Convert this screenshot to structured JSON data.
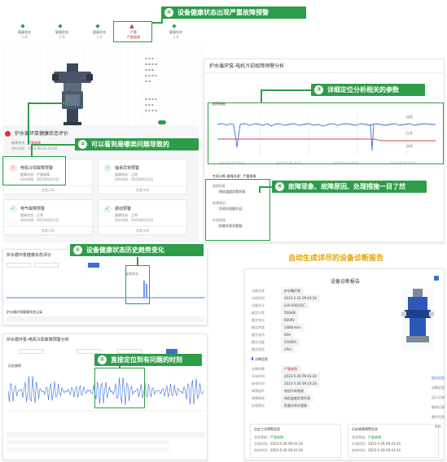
{
  "callouts": [
    {
      "num": "①",
      "text": "设备健康状态出现严重故障预警"
    },
    {
      "num": "②",
      "text": "可以看到是哪类问题导致的"
    },
    {
      "num": "③",
      "text": "详细定位分析相关的参数"
    },
    {
      "num": "④",
      "text": "故障现象、故障原因、处理措施一目了然"
    },
    {
      "num": "①",
      "text": "设备健康状态历史趋势变化"
    },
    {
      "num": "①",
      "text": "直接定位到有问题的时刻"
    }
  ],
  "headline": "自动生成详尽的设备诊断报告",
  "stat_cards": [
    {
      "title": "健康状态",
      "sub": "正常"
    },
    {
      "title": "健康状态",
      "sub": "正常"
    },
    {
      "title": "健康状态",
      "sub": "正常"
    },
    {
      "title": "严重",
      "sub": "严重故障"
    },
    {
      "title": "健康状态",
      "sub": "正常"
    }
  ],
  "eval_panel": {
    "title": "炉水循环泵健康状态评价",
    "status_label": "健康状态：",
    "status_value": "严重故障",
    "time_label": "评价时间：2023-06-03 20:00"
  },
  "warn_cards": [
    {
      "title": "电机冷却故障预警",
      "l1": "健康状态：严重故障",
      "l2": "评价时间：2023年6月3日",
      "footer": "查看详情",
      "severity": "red"
    },
    {
      "title": "轴承异常预警",
      "l1": "健康状态：正常",
      "l2": "评价时间：2023年6月3日",
      "footer": "查看详情",
      "severity": "green"
    },
    {
      "title": "电气故障预警",
      "l1": "健康状态：正常",
      "l2": "评价时间：2023年6月3日",
      "footer": "查看详情",
      "severity": "green"
    },
    {
      "title": "振动预警",
      "l1": "健康状态：正常",
      "l2": "评价时间：2023年6月3日",
      "footer": "查看详情",
      "severity": "green"
    }
  ],
  "analysis_panel": {
    "title": "炉水循环泵-电机冷却故障预警分析",
    "tab": "报警参数",
    "chart_legend": [
      "温度",
      "压差",
      "流量"
    ],
    "axis_dates": [
      "2023-05-28 00:00",
      "2023-05-30 00:00",
      "2023-06-01 00:00",
      "2023-06-03 00:00"
    ],
    "fault_heading": "专家诊断-故障处理：严重故障",
    "phenomenon_label": "故障现象",
    "phenomenon": "电机温度异常升高",
    "cause_label": "故障原因",
    "cause": "冷却水流量不足",
    "measure_label": "处理措施",
    "measure": "检查冷却水管路"
  },
  "trend_panel": {
    "title": "炉水循环泵健康状态评价",
    "legend": "健康状态",
    "table_title": "炉水循环泵健康状态记录"
  },
  "history_panel": {
    "title": "炉水循环泵-电机冷却故障预警分析",
    "chart_title": "历史曲线"
  },
  "report": {
    "title": "设备诊断报告",
    "fields": [
      {
        "k": "设备名称",
        "v": "炉水循环泵"
      },
      {
        "k": "诊断时间",
        "v": "2023-5-26 09:43:34"
      },
      {
        "k": "设备型号",
        "v": "LUV-400/1SC"
      },
      {
        "k": "额定功率",
        "v": "500kW"
      },
      {
        "k": "额定电压",
        "v": "6000V"
      },
      {
        "k": "额定转速",
        "v": "1480r/min"
      },
      {
        "k": "额定电流",
        "v": "60A"
      },
      {
        "k": "额定流量",
        "v": "2500t/h"
      },
      {
        "k": "额定扬程",
        "v": "20m"
      }
    ],
    "section": "诊断信息",
    "diag_fields": [
      {
        "k": "诊断结果",
        "v": "严重故障"
      },
      {
        "k": "开始时间",
        "v": "2023-5-26 09:43:34"
      },
      {
        "k": "结束时间",
        "v": "2023-5-26 09:43:34"
      },
      {
        "k": "故障部件",
        "v": "电机冷却系统"
      },
      {
        "k": "故障描述",
        "v": "电机温度异常升高"
      },
      {
        "k": "处理建议",
        "v": "检查冷却水管路"
      }
    ],
    "side_tabs": [
      "报告信息",
      "诊断信息",
      "运行记录",
      "维修记录",
      "备件信息",
      "附件"
    ],
    "box1_title": "历史工况预警信息",
    "box2_title": "历史故障预警信息",
    "box_rows": [
      {
        "k": "状态等级",
        "v": "严重故障"
      },
      {
        "k": "开始时间",
        "v": "2023-5-26 09:43:34"
      },
      {
        "k": "结束时间",
        "v": "2023-5-26 09:43:34"
      }
    ]
  },
  "colors": {
    "accent": "#2e9d4a",
    "chart_blue": "#3a6fd8",
    "chart_red": "#d64545",
    "headline": "#e8a200"
  }
}
